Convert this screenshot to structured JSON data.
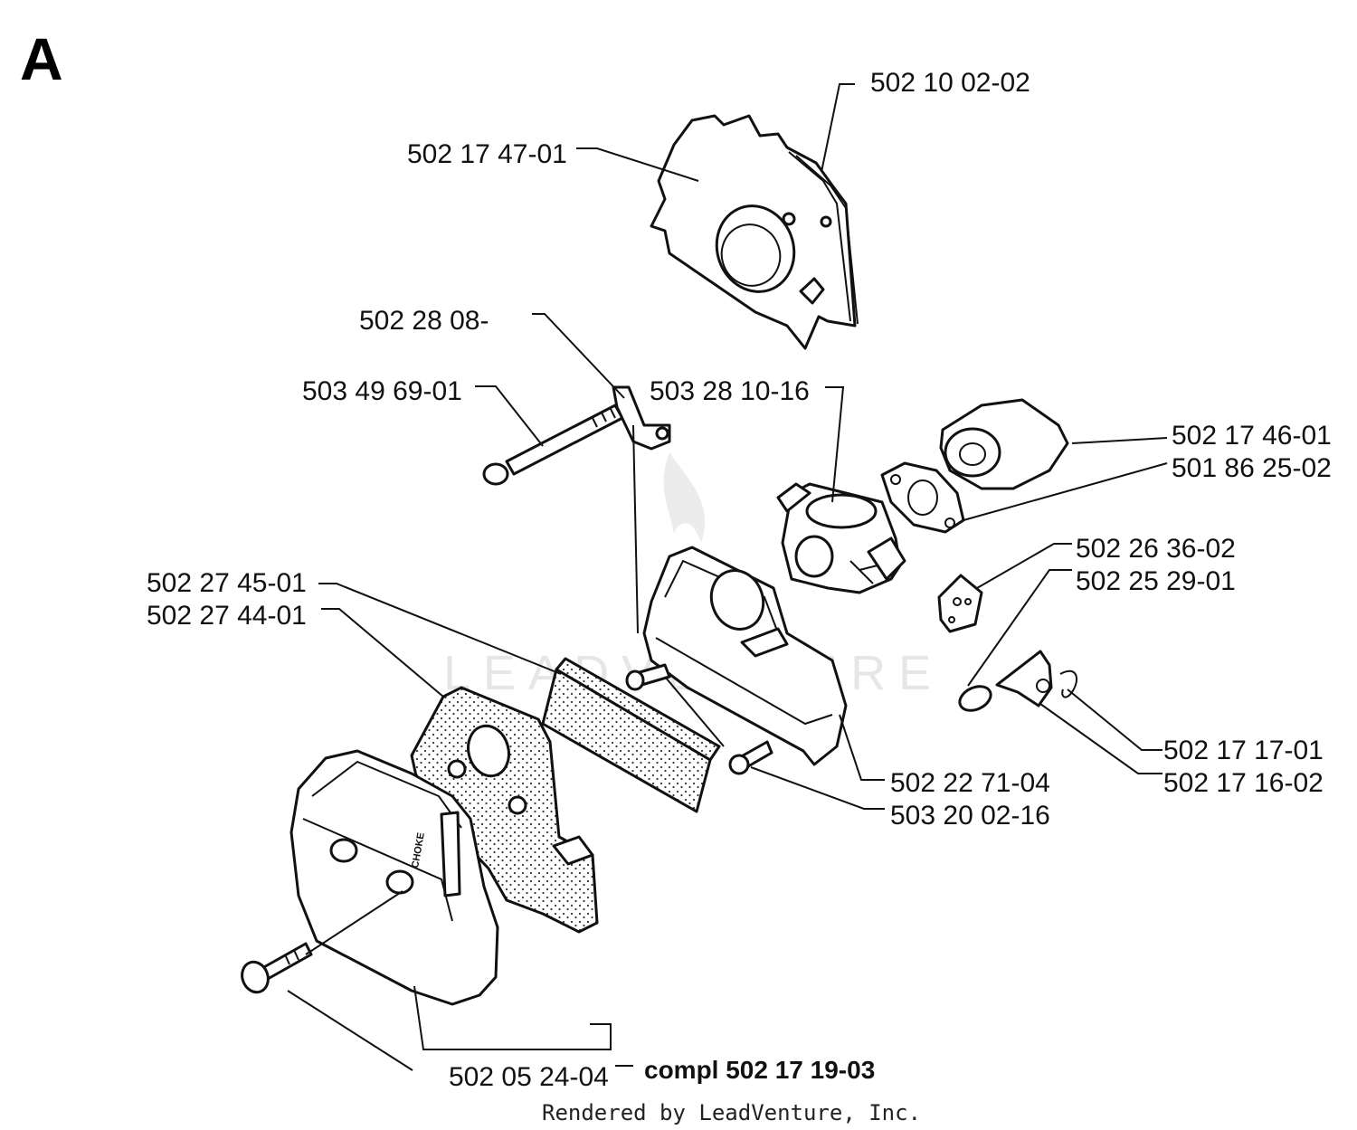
{
  "section_letter": "A",
  "part_numbers": [
    "502 10 02-02",
    "502 17 47-01",
    "502 28 08-",
    "503 49 69-01",
    "503 28 10-16",
    "502 17 46-01",
    "501 86 25-02",
    "502 26 36-02",
    "502 25 29-01",
    "502 27 45-01",
    "502 27 44-01",
    "502 17 17-01",
    "502 17 16-02",
    "502 22 71-04",
    "503 20 02-16",
    "502 05 24-04"
  ],
  "assembly_label": "compl 502 17 19-03",
  "watermark": "LEADVENTURE",
  "footer": "Rendered by LeadVenture, Inc.",
  "choke_text": "CHOKE"
}
